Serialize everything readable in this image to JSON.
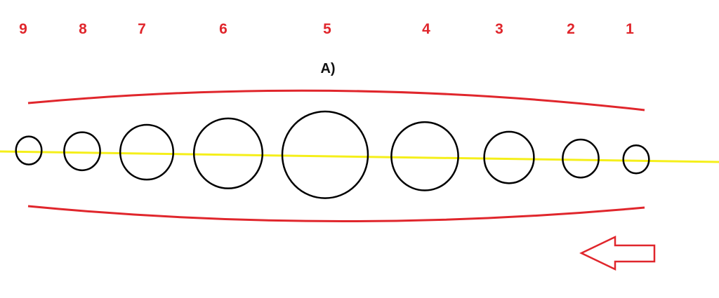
{
  "diagram": {
    "title": "A)",
    "label_color": "#e0262c",
    "title_color": "#111111",
    "outline_color": "#e0262c",
    "axis_color": "#f5ef1a",
    "circle_color": "#000000",
    "arrow_color": "#e0262c",
    "arrow_direction": "left",
    "positions": [
      {
        "label": "9",
        "relative_size": 0.3
      },
      {
        "label": "8",
        "relative_size": 0.42
      },
      {
        "label": "7",
        "relative_size": 0.62
      },
      {
        "label": "6",
        "relative_size": 0.8
      },
      {
        "label": "5",
        "relative_size": 1.0
      },
      {
        "label": "4",
        "relative_size": 0.78
      },
      {
        "label": "3",
        "relative_size": 0.58
      },
      {
        "label": "2",
        "relative_size": 0.42
      },
      {
        "label": "1",
        "relative_size": 0.3
      }
    ]
  }
}
